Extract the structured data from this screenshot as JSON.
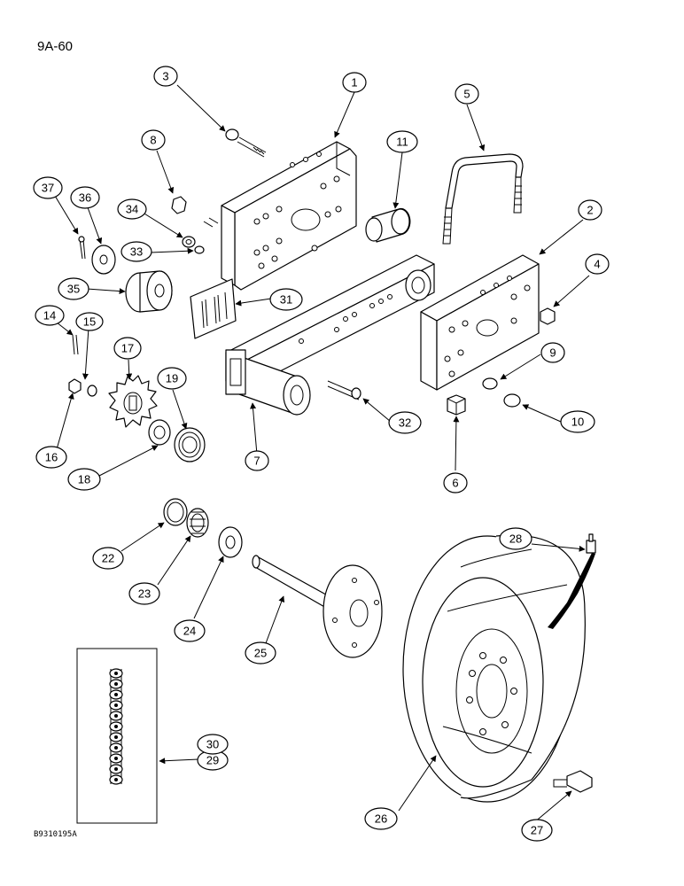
{
  "page_code": "9A-60",
  "drawing_code": "B9310195A",
  "callouts": {
    "c1": "1",
    "c2": "2",
    "c3": "3",
    "c4": "4",
    "c5": "5",
    "c6": "6",
    "c7": "7",
    "c8": "8",
    "c9": "9",
    "c10": "10",
    "c11": "11",
    "c14": "14",
    "c15": "15",
    "c16": "16",
    "c17": "17",
    "c18": "18",
    "c19": "19",
    "c22": "22",
    "c23": "23",
    "c24": "24",
    "c25": "25",
    "c26": "26",
    "c27": "27",
    "c28": "28",
    "c29": "29",
    "c30": "30",
    "c31": "31",
    "c32": "32",
    "c33": "33",
    "c34": "34",
    "c35": "35",
    "c36": "36",
    "c37": "37"
  }
}
